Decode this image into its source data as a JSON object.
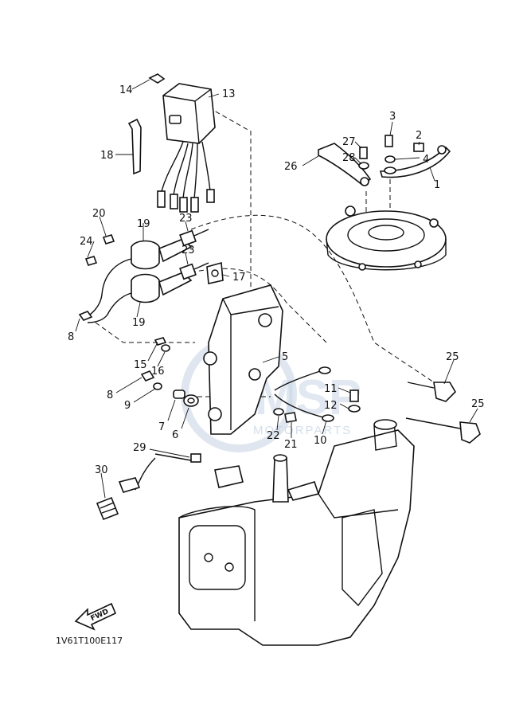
{
  "callouts": {
    "c1": "1",
    "c2": "2",
    "c3": "3",
    "c4": "4",
    "c5": "5",
    "c6": "6",
    "c7": "7",
    "c8a": "8",
    "c8b": "8",
    "c9": "9",
    "c10": "10",
    "c11": "11",
    "c12": "12",
    "c13": "13",
    "c14": "14",
    "c15": "15",
    "c16": "16",
    "c17": "17",
    "c18": "18",
    "c19a": "19",
    "c19b": "19",
    "c20": "20",
    "c21": "21",
    "c22": "22",
    "c23a": "23",
    "c23b": "23",
    "c24": "24",
    "c25a": "25",
    "c25b": "25",
    "c26": "26",
    "c27": "27",
    "c28": "28",
    "c29": "29",
    "c30": "30"
  },
  "drawing_code": "1V61T100E117",
  "fwd_label": "FWD",
  "watermark": {
    "logo": "MSP",
    "subtitle": "MOTORPARTS"
  }
}
